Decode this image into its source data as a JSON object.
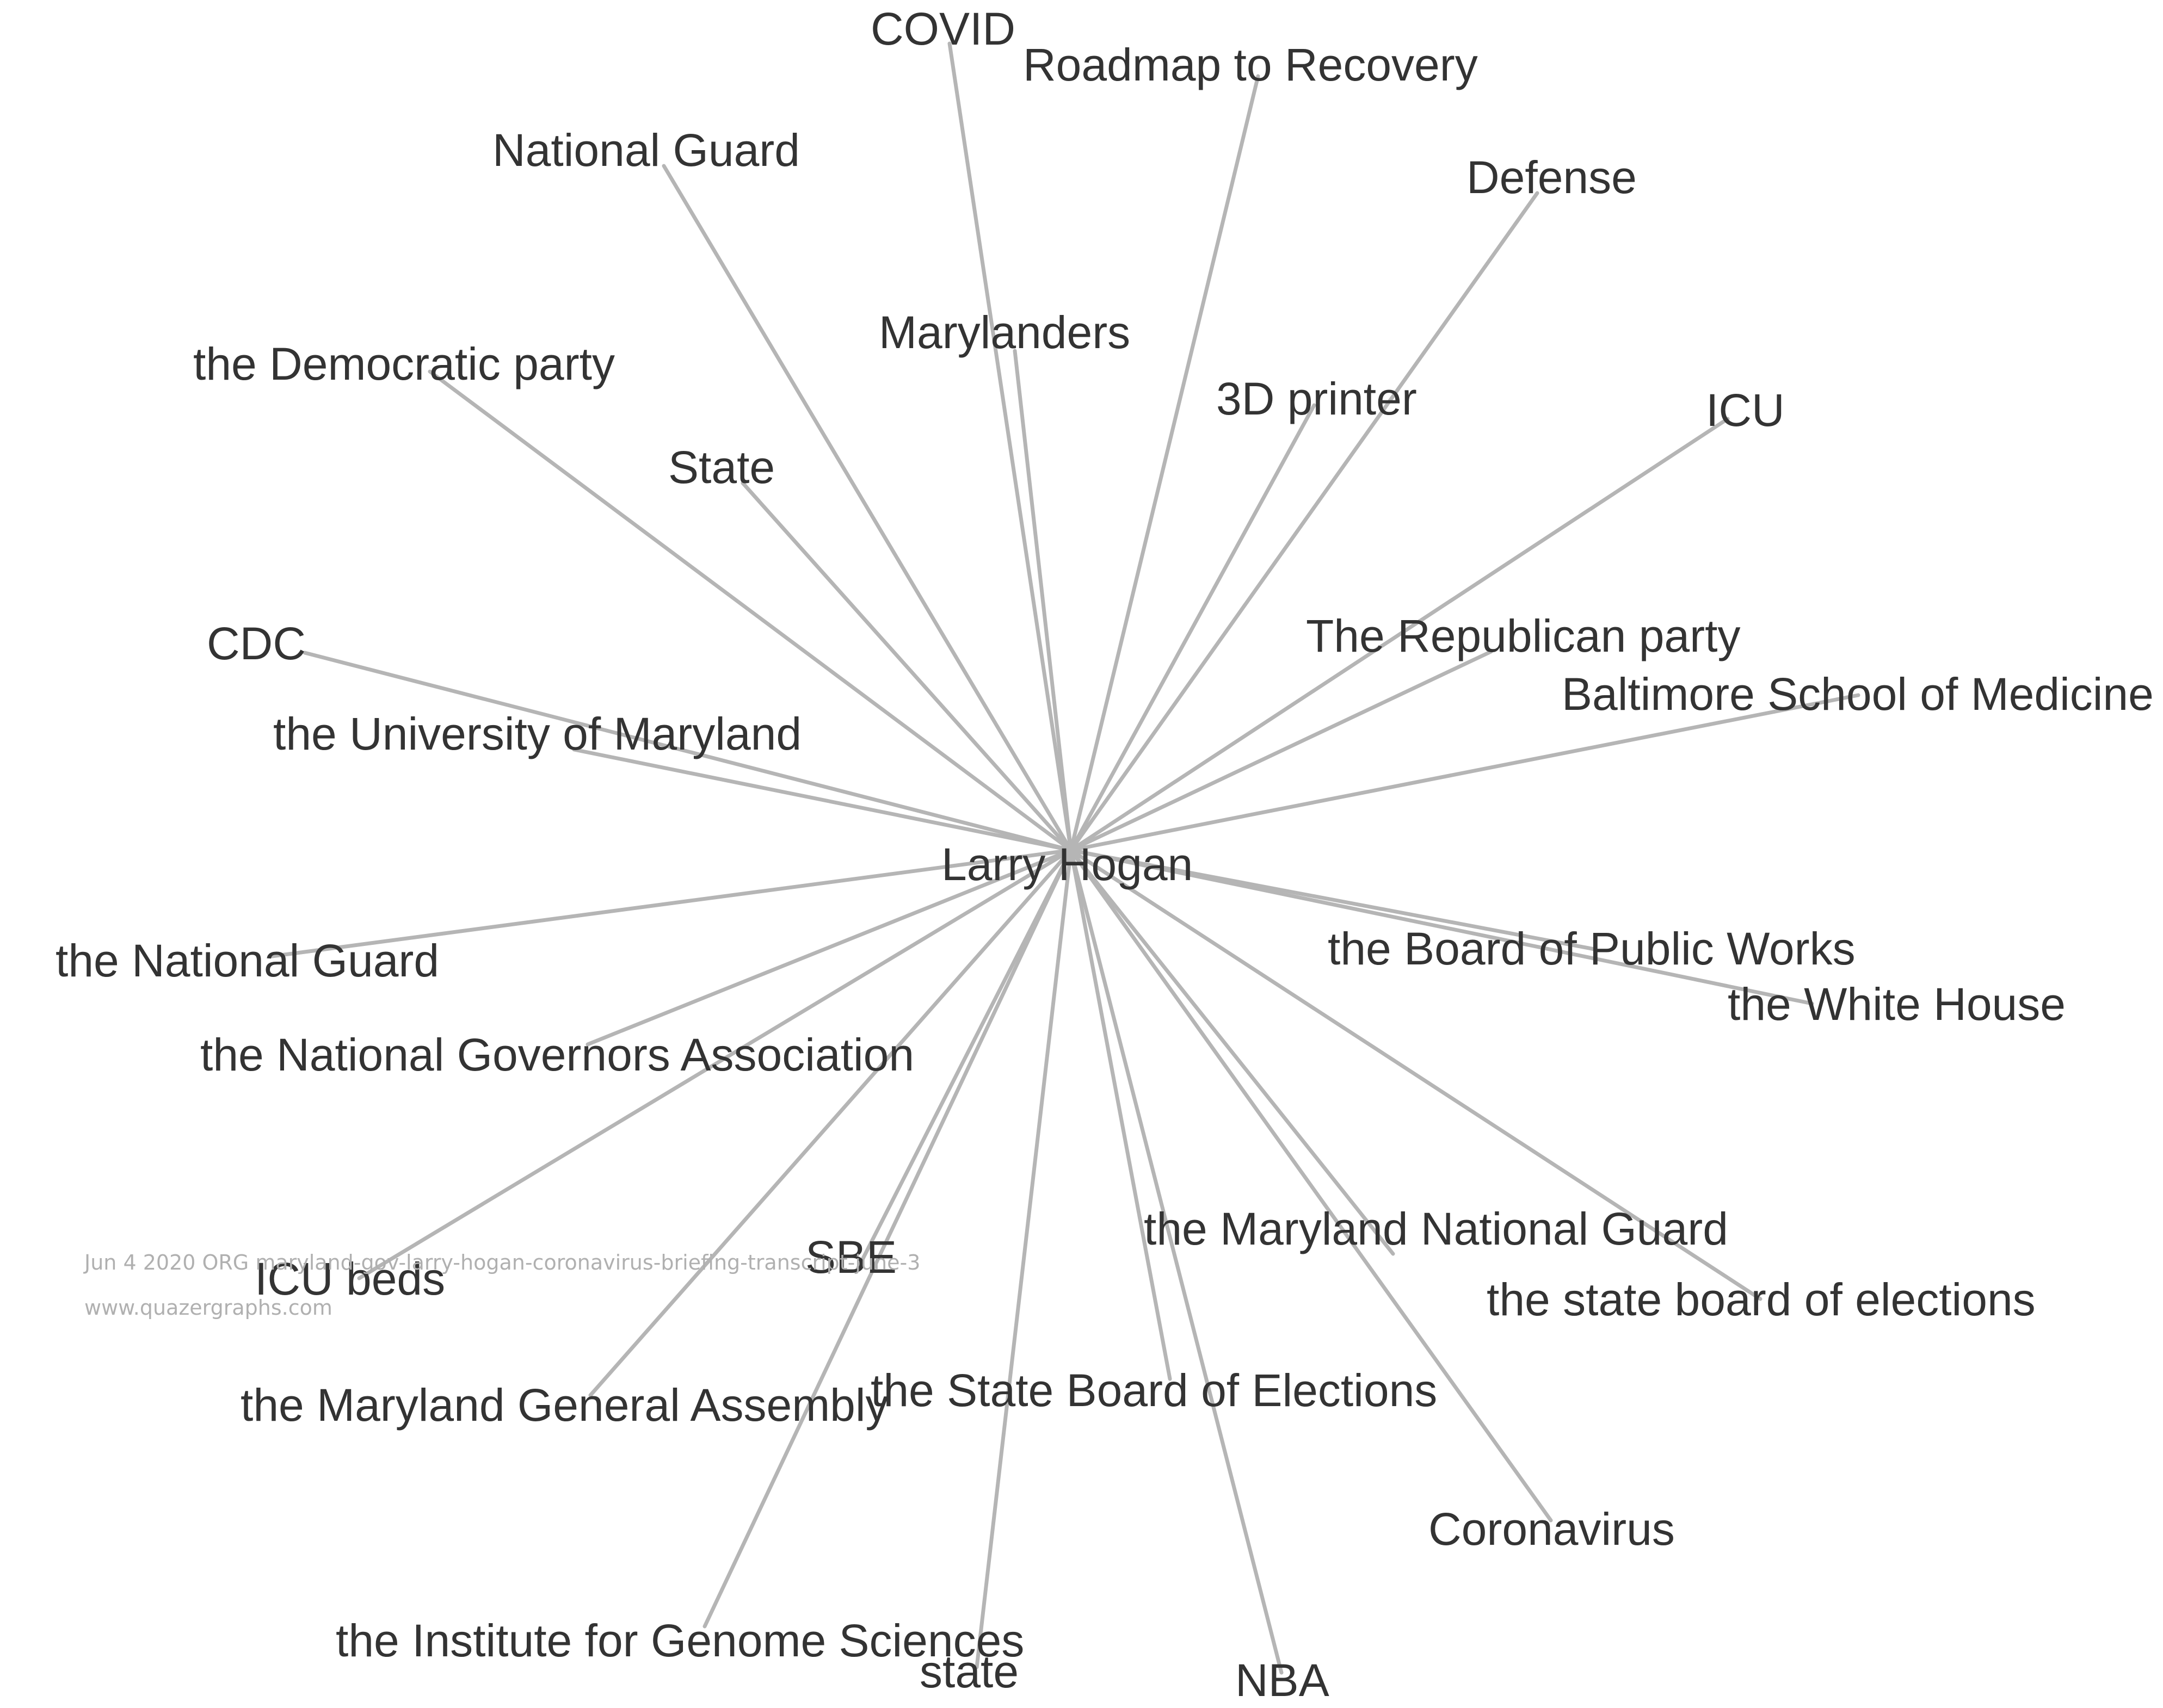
{
  "graph": {
    "center": "Larry Hogan",
    "nodes": [
      "COVID",
      "Roadmap to Recovery",
      "National Guard",
      "Defense",
      "Marylanders",
      "the Democratic party",
      "3D printer",
      "ICU",
      "State",
      "The Republican party",
      "CDC",
      "Baltimore School of Medicine",
      "the University of Maryland",
      "the Board of Public Works",
      "the National Guard",
      "the White House",
      "the National Governors Association",
      "the Maryland National Guard",
      "ICU beds",
      "SBE",
      "the state board of elections",
      "the State Board of Elections",
      "the Maryland General Assembly",
      "Coronavirus",
      "the Institute for Genome Sciences",
      "state",
      "NBA"
    ]
  },
  "watermark": {
    "line1": "Jun 4 2020 ORG maryland-gov-larry-hogan-coronavirus-briefing-transcript-june-3",
    "line2": "www.quazergraphs.com"
  },
  "colors": {
    "edge": "#b5b5b5",
    "text": "#333333",
    "watermark": "#b0b0b0"
  }
}
